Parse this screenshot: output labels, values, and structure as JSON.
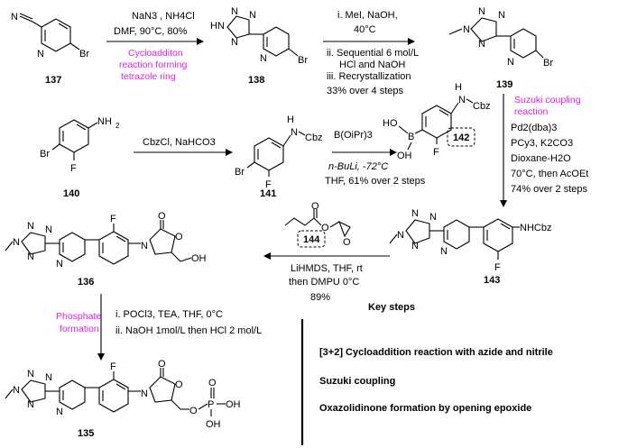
{
  "compounds": {
    "c137": "137",
    "c138": "138",
    "c139": "139",
    "c140": "140",
    "c141": "141",
    "c142": "142",
    "c143": "143",
    "c144": "144",
    "c136": "136",
    "c135": "135"
  },
  "atoms": {
    "N": "N",
    "Br": "Br",
    "F": "F",
    "O": "O",
    "P": "P",
    "HN": "HN",
    "NH2": "NH",
    "NH2_sub": "2",
    "NHCbz": "NHCbz",
    "H": "H",
    "Cbz": "Cbz",
    "B": "B",
    "OH": "OH",
    "HO": "HO"
  },
  "reagents": {
    "r1_line1": "NaN3 , NH4Cl",
    "r1_line2": "DMF, 90°C, 80%",
    "r1_note1": "Cycloadditon",
    "r1_note2": "reaction forming",
    "r1_note3": "tetrazole ring",
    "r2_line1": "i. MeI, NaOH,",
    "r2_line2": "40°C",
    "r2_line3": "ii. Sequential 6 mol/L",
    "r2_line4": "HCl and NaOH",
    "r2_line5": "iii. Recrystallization",
    "r2_line6": "33% over 4 steps",
    "r3_line1": "CbzCl, NaHCO3",
    "r4_line1": "B(OiPr)3",
    "r4_line2": "n-BuLi, -72°C",
    "r4_line3": "THF, 61% over 2 steps",
    "r5_note1": "Suzuki coupling",
    "r5_note2": "reaction",
    "r5_line1": "Pd2(dba)3",
    "r5_line2": "PCy3, K2CO3",
    "r5_line3": "Dioxane-H2O",
    "r5_line4": "70°C, then AcOEt",
    "r5_line5": "74% over 2 steps",
    "r6_line1": "LiHMDS, THF, rt",
    "r6_line2": "then DMPU 0°C",
    "r6_line3": "89%",
    "r7_note1": "Phosphate",
    "r7_note2": "formation",
    "r7_line1": "i. POCl3, TEA, THF, 0°C",
    "r7_line2": "ii. NaOH 1mol/L then HCl 2 mol/L"
  },
  "key_steps": {
    "title": "Key  steps",
    "items": [
      "[3+2] Cycloaddition reaction with azide and nitrile",
      "Suzuki  coupling",
      "Oxazolidinone formation by opening epoxide"
    ]
  }
}
